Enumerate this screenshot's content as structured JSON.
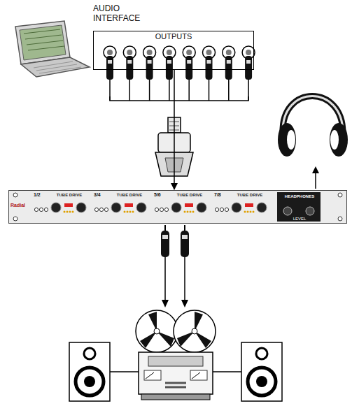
{
  "diagram": {
    "nodes": [
      {
        "text": [
          "AUDIO INTERFACE",
          "OUTPUTS"
        ]
      },
      {
        "text": [
          "Radial"
        ]
      },
      {
        "text": [
          "1/2",
          "TUBE DRIVE"
        ],
        "in": 1
      },
      {
        "text": [
          "3/4",
          "TUBE DRIVE"
        ],
        "in": 1
      },
      {
        "text": [
          "5/6",
          "TUBE DRIVE"
        ],
        "in": 1
      },
      {
        "text": [
          "7/8",
          "TUBE DRIVE"
        ],
        "in": 1
      },
      {
        "text": [
          "HEADPHONES",
          "LEVEL"
        ],
        "in": 1
      }
    ],
    "edges": [
      {
        "from": 0,
        "to": 1,
        "arrow": "to"
      }
    ]
  }
}
